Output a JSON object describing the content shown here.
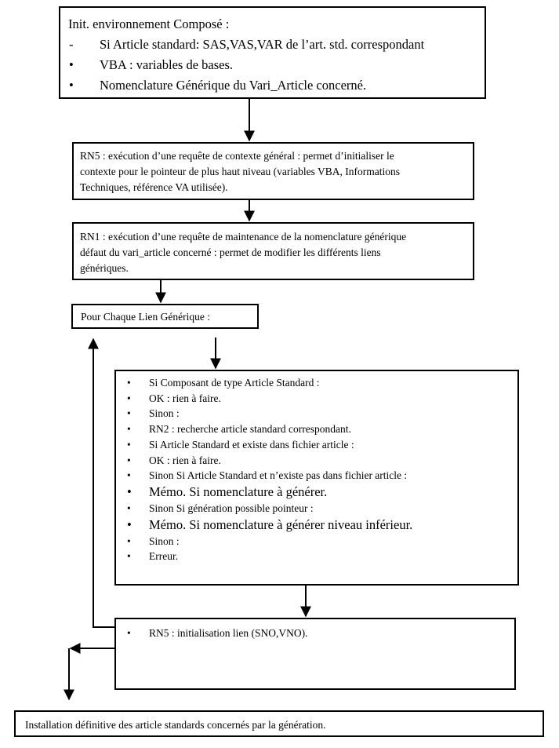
{
  "box1": {
    "lines": [
      {
        "marker": "",
        "text": "Init. environnement Composé :"
      },
      {
        "marker": "-",
        "text": "Si Article standard: SAS,VAS,VAR de l’art. std. correspondant"
      },
      {
        "marker": "•",
        "text": "VBA : variables de bases."
      },
      {
        "marker": "•",
        "text": "Nomenclature Générique du Vari_Article concerné."
      }
    ]
  },
  "box2": {
    "lines": [
      "RN5 : exécution d’une requête de contexte général : permet d’initialiser le",
      "contexte pour le pointeur de plus haut niveau (variables VBA, Informations",
      "Techniques, référence VA utilisée)."
    ]
  },
  "box3": {
    "lines": [
      "RN1 : exécution d’une requête de maintenance de la nomenclature générique",
      "défaut du vari_article concerné : permet de modifier les différents liens",
      "génériques."
    ]
  },
  "box4": {
    "text": "Pour Chaque Lien Générique :"
  },
  "box5": {
    "bullet": "•",
    "items": [
      {
        "text": "Si Composant de type Article Standard :",
        "large": false
      },
      {
        "text": "OK : rien à faire.",
        "large": false
      },
      {
        "text": "Sinon :",
        "large": false
      },
      {
        "text": "RN2 : recherche article standard correspondant.",
        "large": false
      },
      {
        "text": "Si Article Standard et existe dans fichier article :",
        "large": false
      },
      {
        "text": "OK : rien à faire.",
        "large": false
      },
      {
        "text": "Sinon Si Article Standard et n’existe pas dans fichier article :",
        "large": false
      },
      {
        "text": "Mémo. Si nomenclature à générer.",
        "large": true
      },
      {
        "text": "Sinon Si génération possible pointeur :",
        "large": false
      },
      {
        "text": "Mémo. Si nomenclature à générer niveau inférieur.",
        "large": true
      },
      {
        "text": "Sinon :",
        "large": false
      },
      {
        "text": "Erreur.",
        "large": false
      }
    ]
  },
  "box6": {
    "bullet": "•",
    "text": "RN5 : initialisation lien (SNO,VNO)."
  },
  "box7": {
    "text": "Installation définitive des article standards concernés par la génération."
  }
}
